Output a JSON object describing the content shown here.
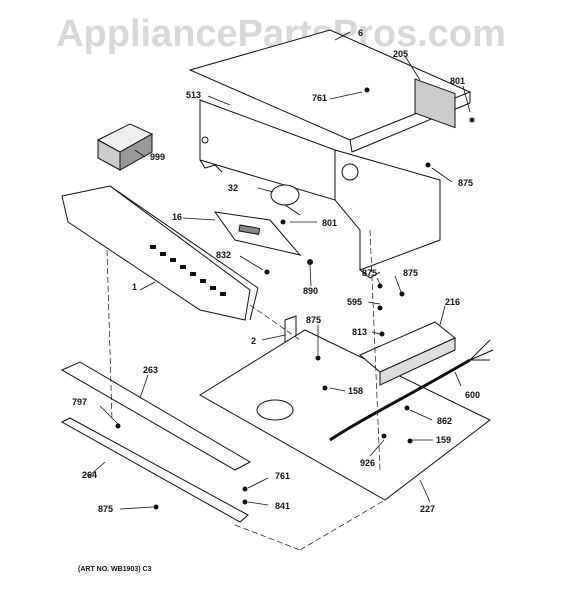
{
  "watermark": "AppliancePartsPros.com",
  "art_note": "(ART NO. WB1903) C3",
  "callouts": {
    "c6": "6",
    "c205": "205",
    "c801a": "801",
    "c761a": "761",
    "c513": "513",
    "c999": "999",
    "c875a": "875",
    "c32": "32",
    "c16": "16",
    "c801b": "801",
    "c832": "832",
    "c875b": "875",
    "c875c": "875",
    "c890": "890",
    "c1": "1",
    "c595": "595",
    "c216": "216",
    "c875d": "875",
    "c813": "813",
    "c2": "2",
    "c263": "263",
    "c158": "158",
    "c600": "600",
    "c797": "797",
    "c862": "862",
    "c159": "159",
    "c926": "926",
    "c264": "264",
    "c761b": "761",
    "c227": "227",
    "c875e": "875",
    "c841": "841"
  }
}
